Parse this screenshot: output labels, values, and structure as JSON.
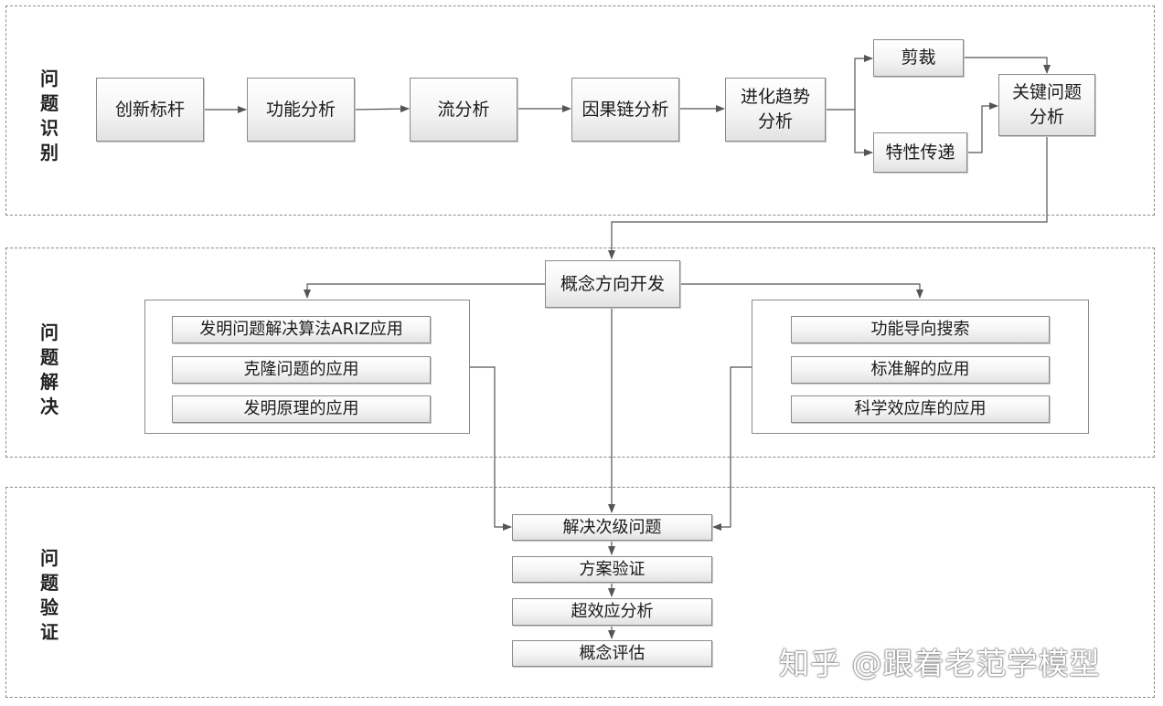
{
  "stages": [
    {
      "id": "identify",
      "label": [
        "问",
        "题",
        "识",
        "别"
      ]
    },
    {
      "id": "solve",
      "label": [
        "问",
        "题",
        "解",
        "决"
      ]
    },
    {
      "id": "verify",
      "label": [
        "问",
        "题",
        "验",
        "证"
      ]
    }
  ],
  "identify_nodes": {
    "benchmark": "创新标杆",
    "function_analysis": "功能分析",
    "flow_analysis": "流分析",
    "causal_chain": "因果链分析",
    "evolution_trend": [
      "进化趋势",
      "分析"
    ],
    "trimming": "剪裁",
    "feature_transfer": "特性传递",
    "key_problem": [
      "关键问题",
      "分析"
    ]
  },
  "solve_nodes": {
    "concept_direction": "概念方向开发",
    "left_group": [
      "发明问题解决算法ARIZ应用",
      "克隆问题的应用",
      "发明原理的应用"
    ],
    "right_group": [
      "功能导向搜索",
      "标准解的应用",
      "科学效应库的应用"
    ]
  },
  "verify_nodes": [
    "解决次级问题",
    "方案验证",
    "超效应分析",
    "概念评估"
  ],
  "watermark": "知乎 @跟着老范学模型",
  "colors": {
    "line": "#555555",
    "border": "#8a8a8a"
  }
}
